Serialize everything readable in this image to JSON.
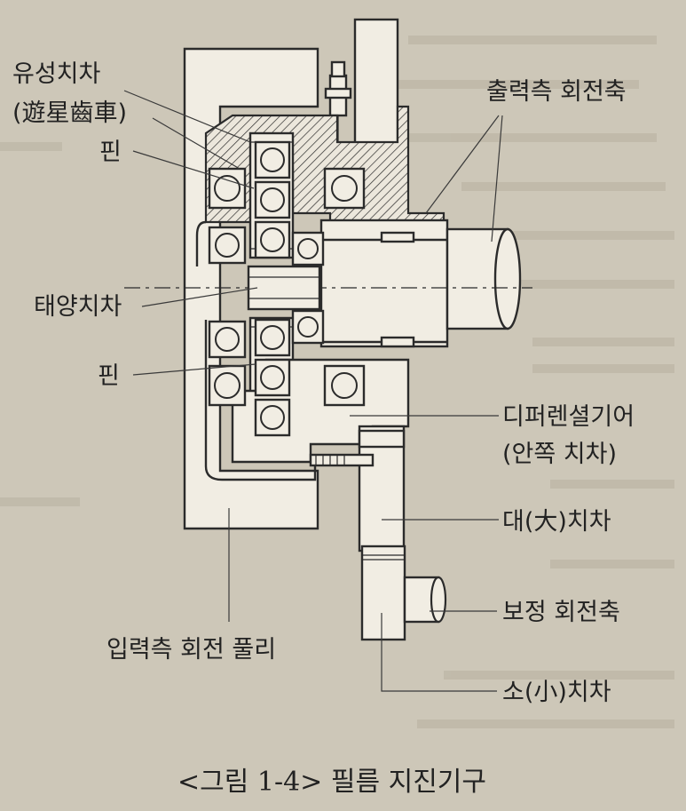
{
  "labels": {
    "planet_gear": "유성치차",
    "planet_gear_hanja": "(遊星齒車)",
    "pin_top": "핀",
    "sun_gear": "태양치차",
    "pin_bottom": "핀",
    "output_shaft": "출력측 회전축",
    "differential_gear": "디퍼렌셜기어",
    "differential_gear_sub": "(안쪽 치차)",
    "large_gear": "대(大)치차",
    "correction_shaft": "보정 회전축",
    "small_gear": "소(小)치차",
    "input_pulley": "입력측 회전 풀리"
  },
  "caption": "<그림 1-4> 필름 지진기구"
}
